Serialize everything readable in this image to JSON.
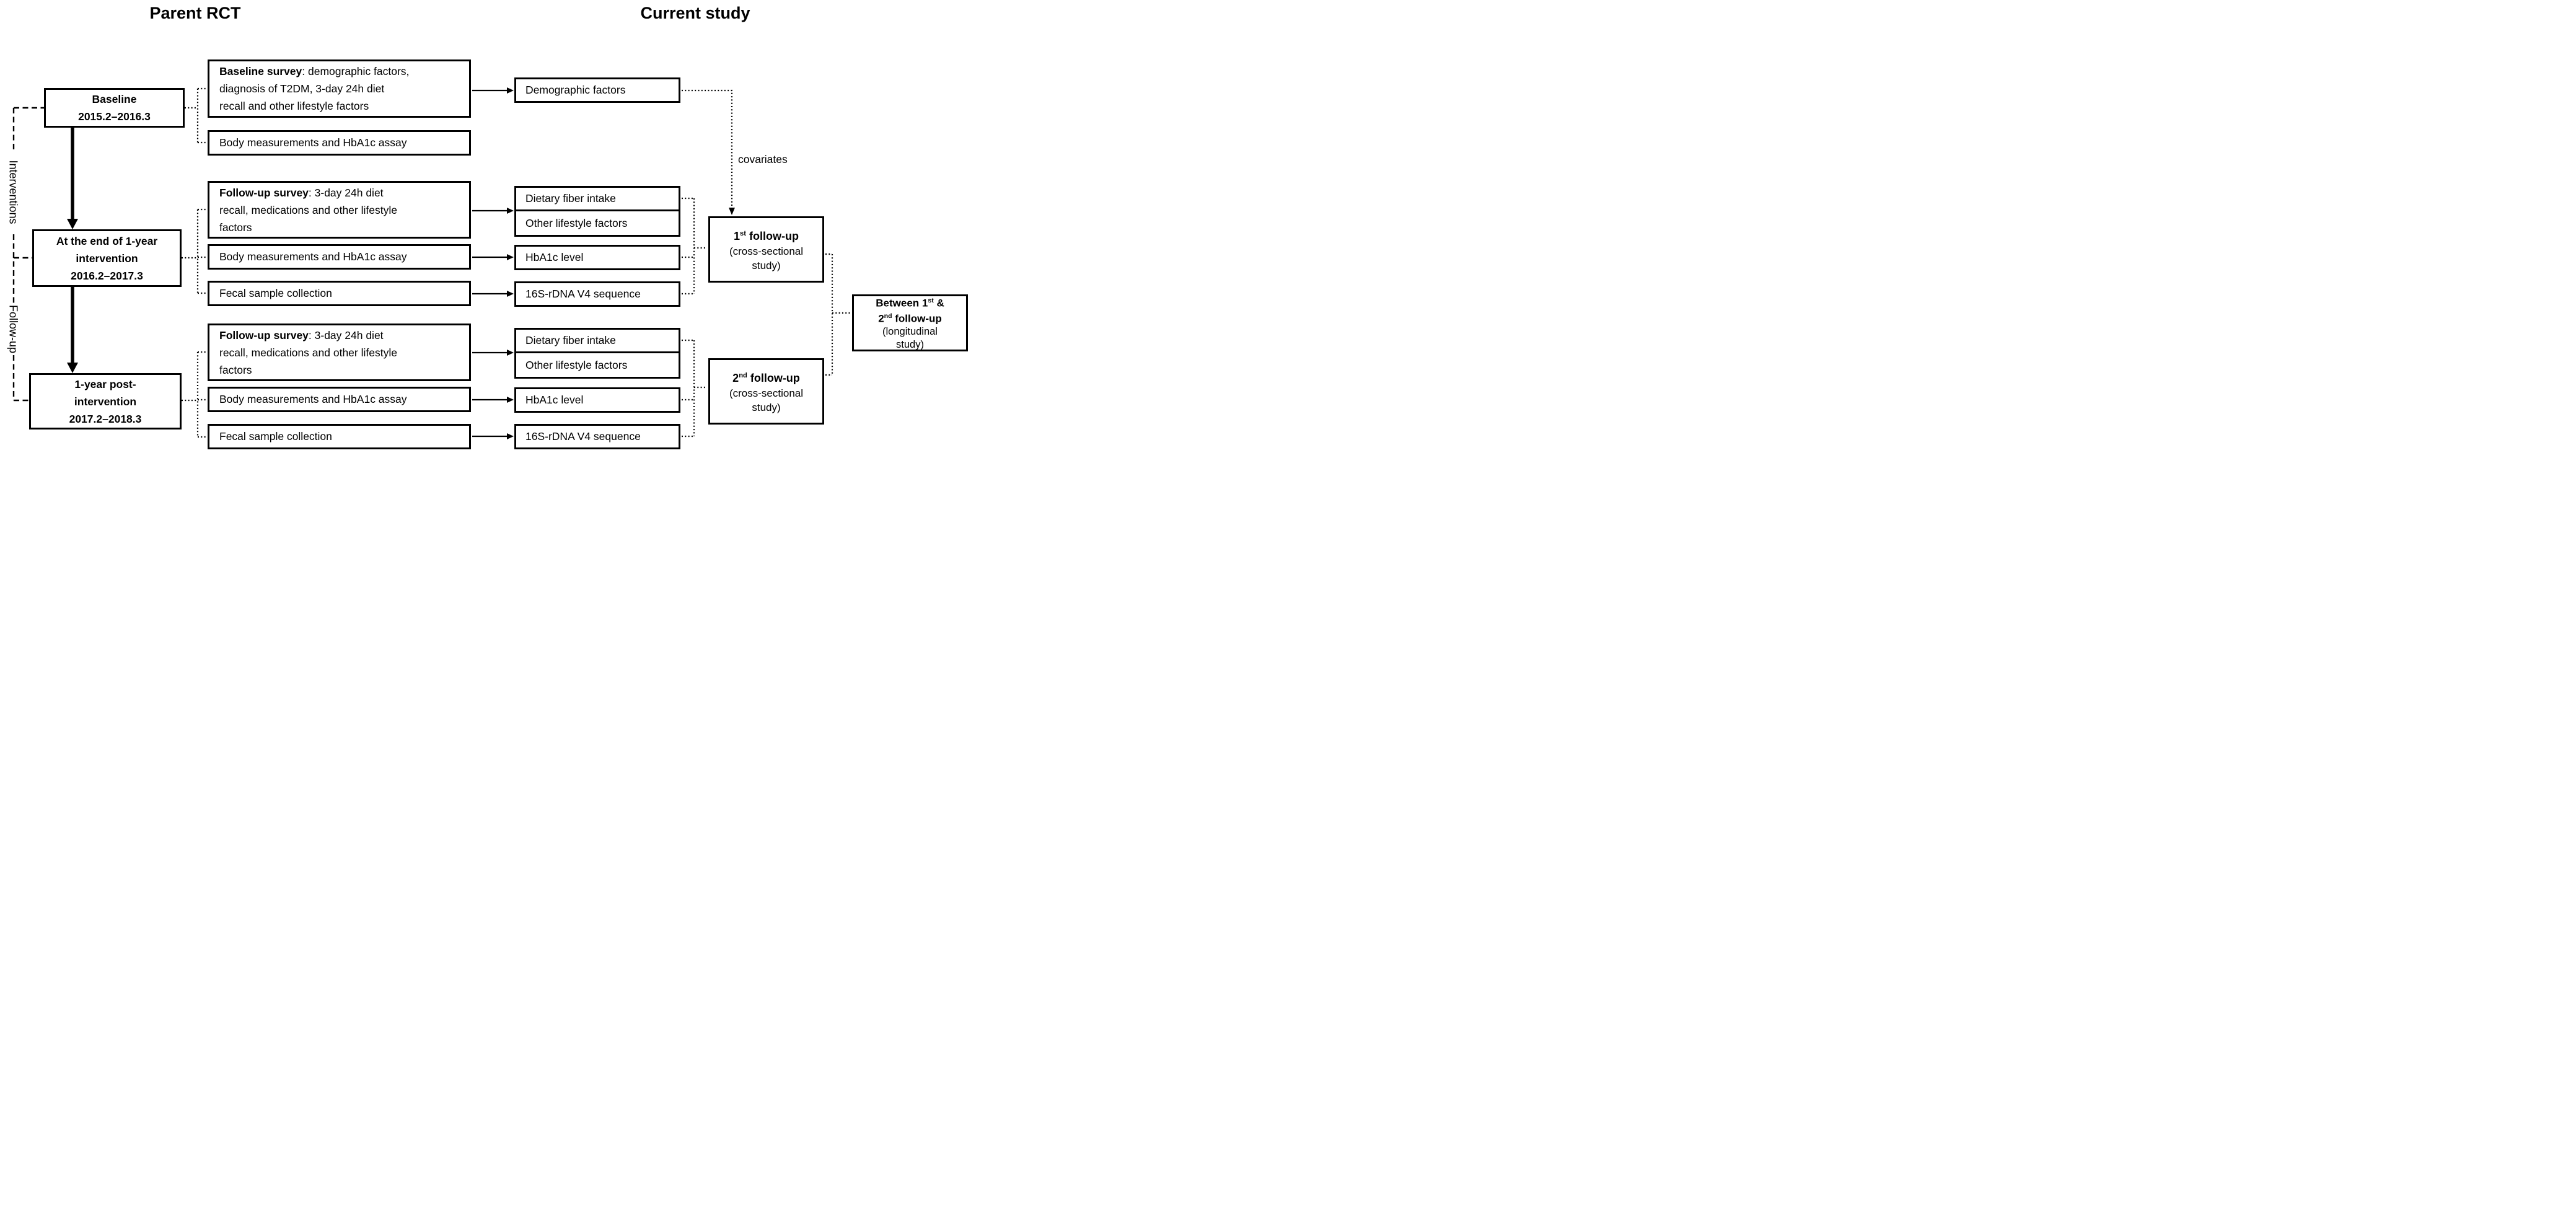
{
  "titles": {
    "left": "Parent RCT",
    "right": "Current study"
  },
  "rail": {
    "top": "Interventions",
    "bottom": "Follow-up"
  },
  "timeline": {
    "baseline": {
      "line1": "Baseline",
      "line2": "2015.2–2016.3"
    },
    "intervention": {
      "line1": "At the end of 1-year",
      "line2": "intervention",
      "line3": "2016.2–2017.3"
    },
    "post": {
      "line1": "1-year post-",
      "line2": "intervention",
      "line3": "2017.2–2018.3"
    }
  },
  "parent": {
    "baseline_survey": {
      "line1_bold": "Baseline survey",
      "line1_rest": ": demographic factors,",
      "line2": "diagnosis of T2DM, 3-day 24h diet",
      "line3": "recall and other lifestyle factors"
    },
    "body_measurements": "Body measurements and HbA1c assay",
    "followup_survey": {
      "line1_bold": "Follow-up survey",
      "line1_rest": ": 3-day 24h diet",
      "line2": "recall, medications and other lifestyle",
      "line3": "factors"
    },
    "fecal": "Fecal sample collection"
  },
  "current": {
    "demographic": "Demographic factors",
    "dietary": "Dietary fiber intake",
    "other": "Other lifestyle factors",
    "hba1c": "HbA1c level",
    "s16": "16S-rDNA V4 sequence"
  },
  "followups": {
    "first": {
      "num": "1",
      "sup": "st",
      "rest": " follow-up",
      "paren1": "(cross-sectional",
      "paren2": "study)"
    },
    "second": {
      "num": "2",
      "sup": "nd",
      "rest": " follow-up",
      "paren1": "(cross-sectional",
      "paren2": "study)"
    },
    "between": {
      "l1a": "Between 1",
      "l1sup": "st",
      "l1b": " &",
      "l2a": "2",
      "l2sup": "nd",
      "l2b": " follow-up",
      "paren1": "(longitudinal",
      "paren2": "study)"
    }
  },
  "labels": {
    "covariates": "covariates"
  }
}
